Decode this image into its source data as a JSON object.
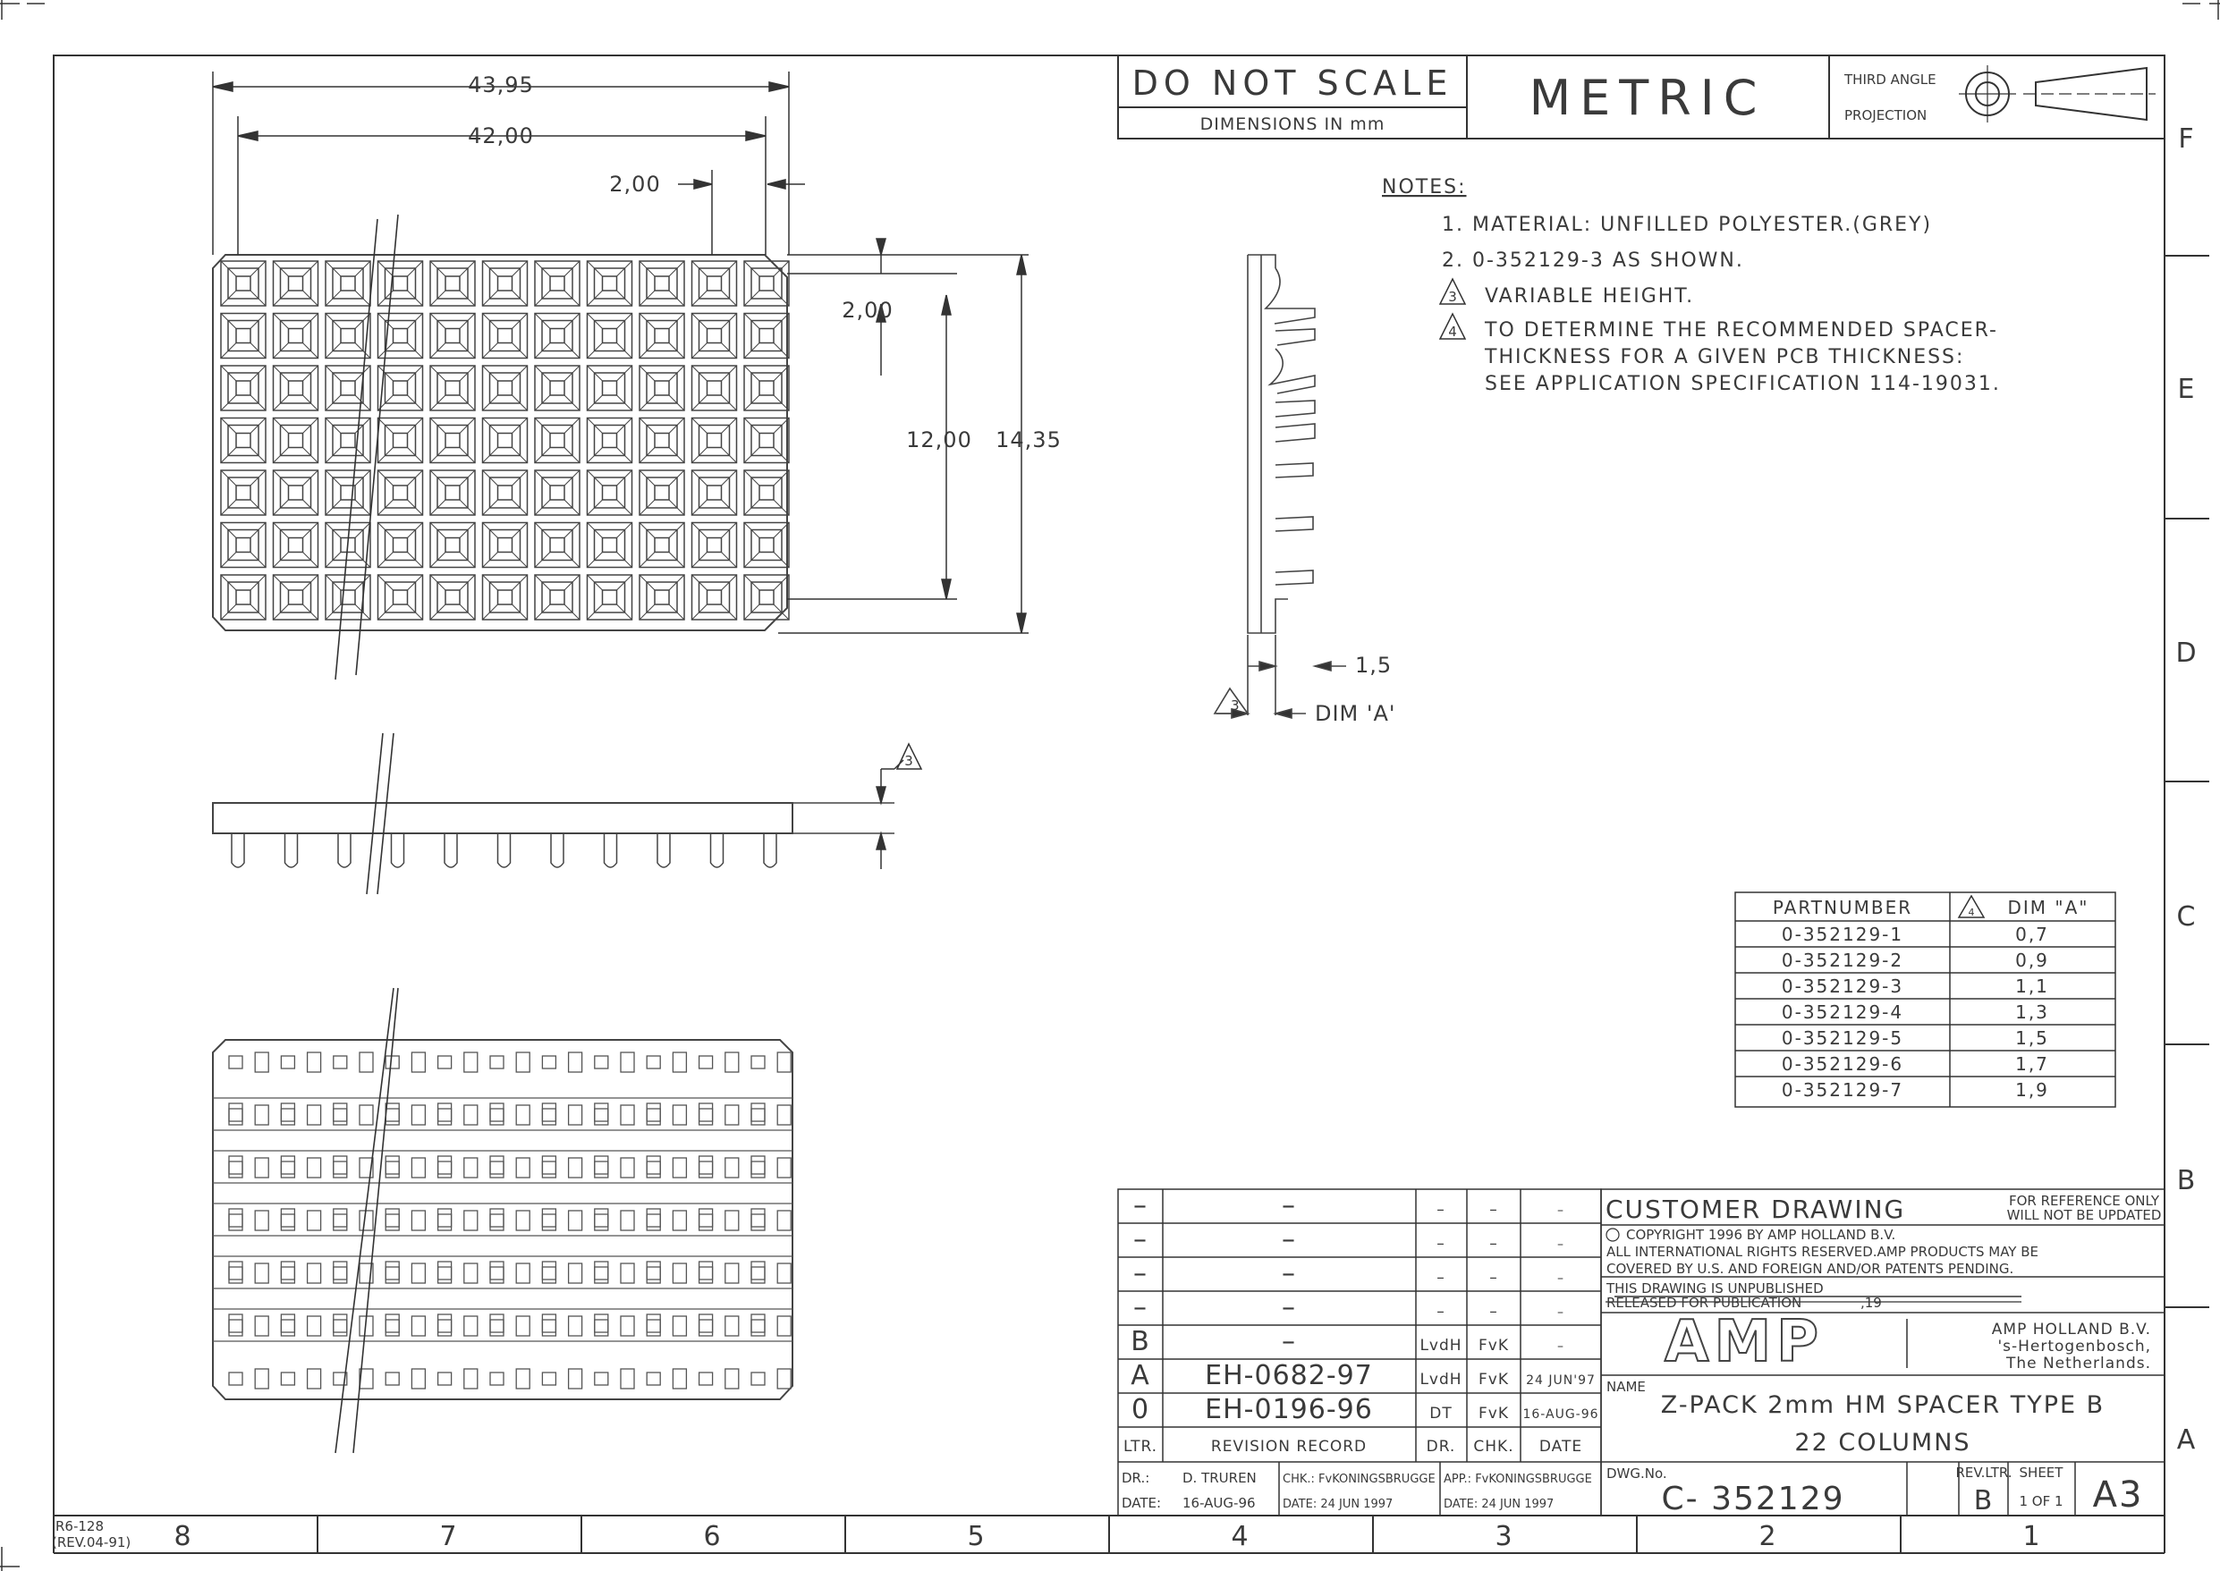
{
  "border": {
    "columns": [
      "8",
      "7",
      "6",
      "5",
      "4",
      "3",
      "2",
      "1"
    ],
    "rows": [
      "F",
      "E",
      "D",
      "C",
      "B",
      "A"
    ],
    "form_code": "R6-128",
    "form_rev": "(REV.04-91)"
  },
  "header": {
    "do_not_scale": "DO NOT SCALE",
    "dimensions": "DIMENSIONS IN mm",
    "metric": "METRIC",
    "projection_1": "THIRD ANGLE",
    "projection_2": "PROJECTION"
  },
  "notes": {
    "title": "NOTES:",
    "n1": "1. MATERIAL: UNFILLED POLYESTER.(GREY)",
    "n2": "2. 0-352129-3 AS SHOWN.",
    "n3_flag": "3",
    "n3": "VARIABLE HEIGHT.",
    "n4_flag": "4",
    "n4_l1": "TO DETERMINE THE RECOMMENDED SPACER-",
    "n4_l2": "THICKNESS FOR A GIVEN PCB THICKNESS:",
    "n4_l3": "SEE APPLICATION SPECIFICATION 114-19031."
  },
  "dims": {
    "d4395": "43,95",
    "d4200": "42,00",
    "d200a": "2,00",
    "d200b": "2,00",
    "d1200": "12,00",
    "d1435": "14,35",
    "d15": "1,5",
    "dim_a": "DIM 'A'",
    "flag3": "3"
  },
  "part_table": {
    "h1": "PARTNUMBER",
    "h2_flag": "4",
    "h2": "DIM \"A\"",
    "rows": [
      [
        "0-352129-1",
        "0,7"
      ],
      [
        "0-352129-2",
        "0,9"
      ],
      [
        "0-352129-3",
        "1,1"
      ],
      [
        "0-352129-4",
        "1,3"
      ],
      [
        "0-352129-5",
        "1,5"
      ],
      [
        "0-352129-6",
        "1,7"
      ],
      [
        "0-352129-7",
        "1,9"
      ]
    ]
  },
  "revisions": {
    "rows": [
      [
        "–",
        "–",
        "–",
        "–",
        "–"
      ],
      [
        "–",
        "–",
        "–",
        "–",
        "–"
      ],
      [
        "–",
        "–",
        "–",
        "–",
        "–"
      ],
      [
        "–",
        "–",
        "–",
        "–",
        "–"
      ],
      [
        "B",
        "–",
        "LvdH",
        "FvK",
        "–"
      ],
      [
        "A",
        "EH-0682-97",
        "LvdH",
        "FvK",
        "24 JUN'97"
      ],
      [
        "0",
        "EH-0196-96",
        "DT",
        "FvK",
        "16-AUG-96"
      ]
    ],
    "h_ltr": "LTR.",
    "h_record": "REVISION RECORD",
    "h_dr": "DR.",
    "h_chk": "CHK.",
    "h_date": "DATE",
    "dr": "DR.:",
    "dr_name": "D. TRUREN",
    "dr_date_l": "DATE:",
    "dr_date": "16-AUG-96",
    "chk": "CHK.: FvKONINGSBRUGGE",
    "chk_date": "DATE: 24 JUN 1997",
    "app": "APP.: FvKONINGSBRUGGE",
    "app_date": "DATE: 24 JUN 1997"
  },
  "title_block": {
    "customer": "CUSTOMER DRAWING",
    "ref1": "FOR REFERENCE ONLY",
    "ref2": "WILL NOT BE UPDATED",
    "copy1": "COPYRIGHT 1996      BY AMP HOLLAND B.V.",
    "copy2": "ALL INTERNATIONAL RIGHTS RESERVED.AMP PRODUCTS MAY BE",
    "copy3": "COVERED BY U.S. AND FOREIGN  AND/OR PATENTS PENDING.",
    "unpub1": "THIS DRAWING IS UNPUBLISHED",
    "unpub2": "RELEASED FOR PUBLICATION",
    "unpub3": ",19",
    "logo": "AMP",
    "co1": "AMP HOLLAND B.V.",
    "co2": "'s-Hertogenbosch,",
    "co3": "The Netherlands.",
    "name_label": "NAME",
    "name1": "Z-PACK 2mm HM SPACER TYPE B",
    "name2": "22 COLUMNS",
    "dwg_label": "DWG.No.",
    "dwg_no": "C- 352129",
    "rev_label": "REV.LTR.",
    "rev": "B",
    "sheet_label": "SHEET",
    "sheet": "1 OF 1",
    "size": "A3"
  }
}
